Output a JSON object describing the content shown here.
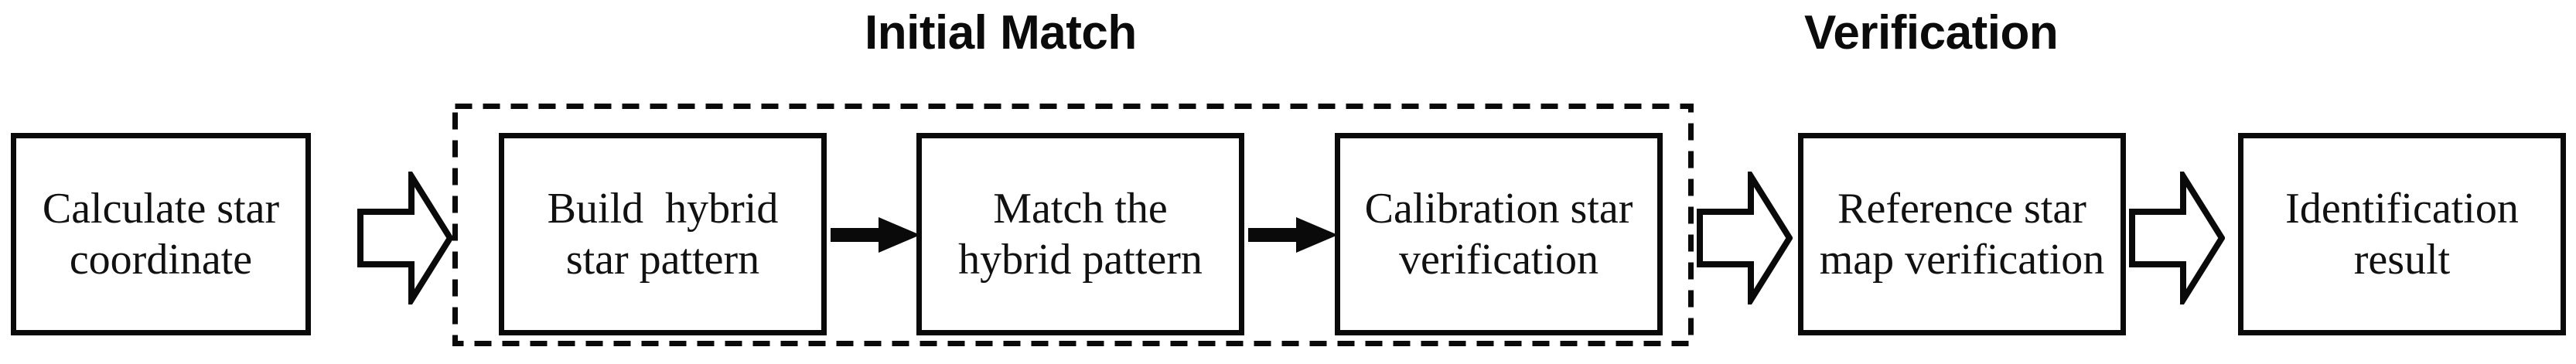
{
  "diagram": {
    "title_initial_match": "Initial Match",
    "title_verification": "Verification",
    "colors": {
      "stroke": "#0a0a0a",
      "text": "#111111",
      "background": "#ffffff"
    },
    "boxes": [
      {
        "id": "calculate-star-coordinate",
        "line1": "Calculate star",
        "line2": "coordinate"
      },
      {
        "id": "build-hybrid-star-pattern",
        "line1": "Build  hybrid",
        "line2": "star pattern"
      },
      {
        "id": "match-hybrid-pattern",
        "line1": "Match the",
        "line2": "hybrid pattern"
      },
      {
        "id": "calibration-star-verification",
        "line1": "Calibration star",
        "line2": "verification"
      },
      {
        "id": "reference-star-map-verification",
        "line1": "Reference star",
        "line2": "map verification"
      },
      {
        "id": "identification-result",
        "line1": "Identification",
        "line2": "result"
      }
    ],
    "connectors": [
      {
        "id": "arrow-1",
        "style": "hollow-block",
        "from": "calculate-star-coordinate",
        "to": "build-hybrid-star-pattern"
      },
      {
        "id": "arrow-2a",
        "style": "solid-thin",
        "from": "build-hybrid-star-pattern",
        "to": "match-hybrid-pattern"
      },
      {
        "id": "arrow-2b",
        "style": "solid-thin",
        "from": "match-hybrid-pattern",
        "to": "calibration-star-verification"
      },
      {
        "id": "arrow-3",
        "style": "hollow-block",
        "from": "calibration-star-verification",
        "to": "reference-star-map-verification"
      },
      {
        "id": "arrow-4",
        "style": "hollow-block",
        "from": "reference-star-map-verification",
        "to": "identification-result"
      }
    ],
    "group_dashed": {
      "label": "Initial Match",
      "contains": [
        "build-hybrid-star-pattern",
        "match-hybrid-pattern",
        "calibration-star-verification"
      ]
    }
  }
}
